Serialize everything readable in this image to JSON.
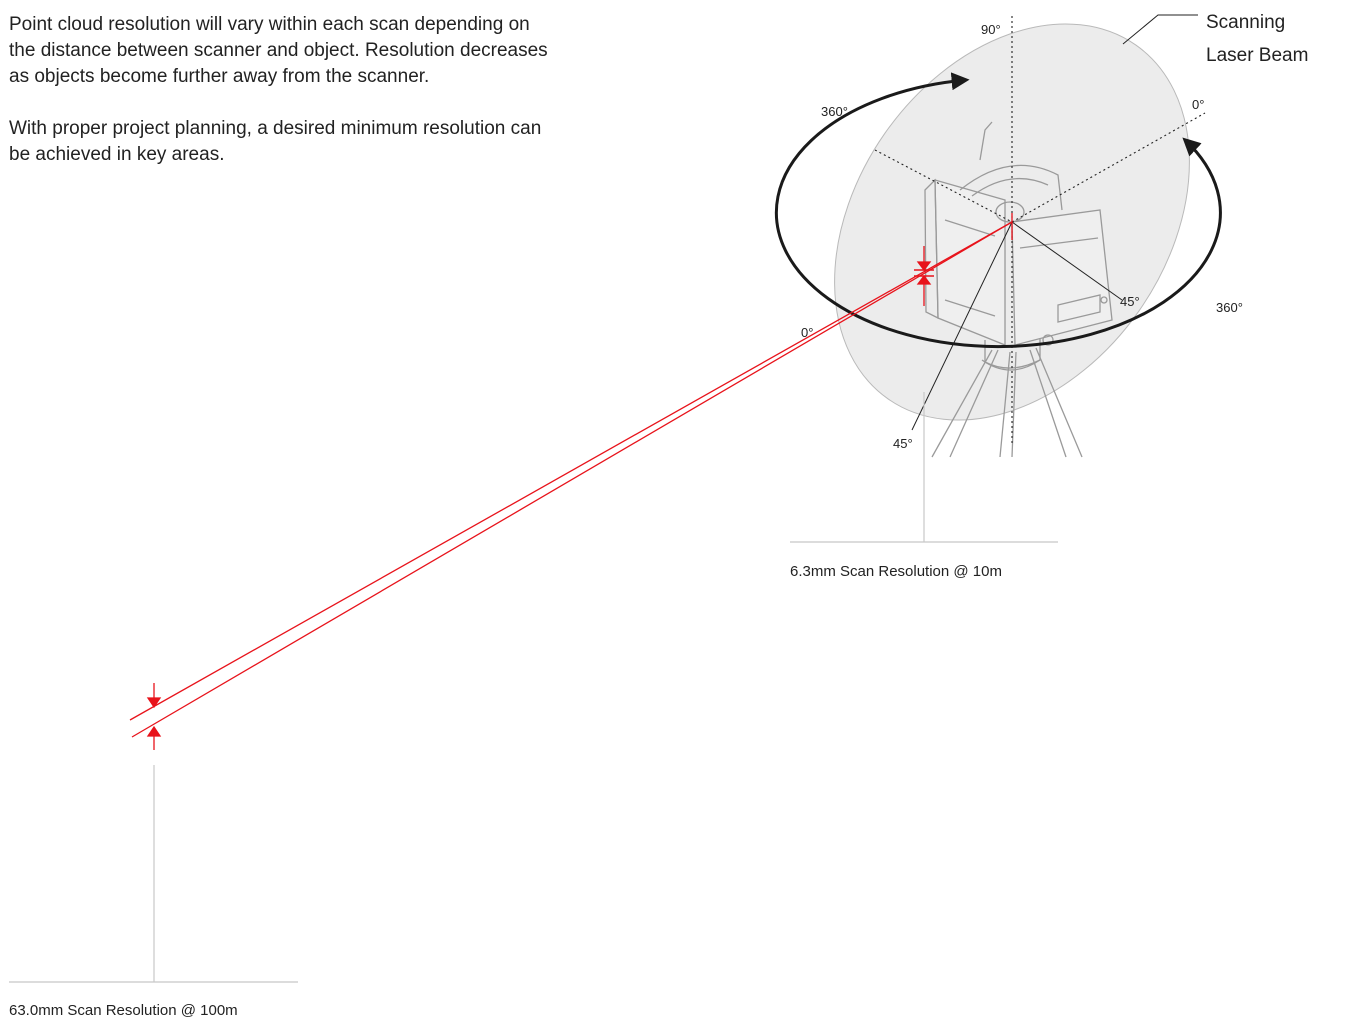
{
  "intro": {
    "paragraph_1": "Point cloud resolution will vary within each scan depending on the distance between scanner and object.  Resolution decreases as objects become further away from the scanner.",
    "paragraph_2": "With proper project planning, a desired minimum resolution can be achieved in key areas."
  },
  "callout": {
    "line_1": "Scanning",
    "line_2": "Laser Beam"
  },
  "angles": {
    "vertical_top": "90°",
    "left_arc": "360°",
    "right_zero": "0°",
    "right_45": "45°",
    "right_arc": "360°",
    "left_zero": "0°",
    "bottom_45": "45°"
  },
  "captions": {
    "near": "6.3mm Scan Resolution @ 10m",
    "far": "63.0mm Scan Resolution @ 100m"
  },
  "colors": {
    "beam": "#e8131b",
    "disc_fill": "#e8e8e8",
    "arc": "#1a1a1a",
    "guide": "#c8c8c8",
    "scanner_outline": "#9a9a9a"
  }
}
